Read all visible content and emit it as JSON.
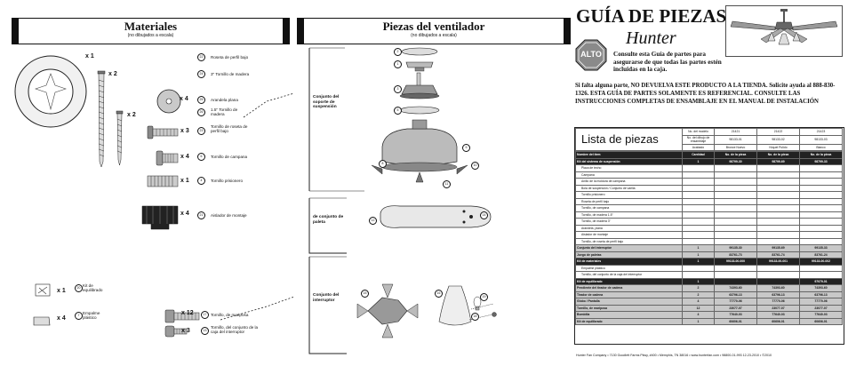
{
  "materials": {
    "title": "Materiales",
    "subtitle": "(no dibujados a escala)",
    "items": [
      {
        "num": "22",
        "label": "Roseta de perfil bajo",
        "qty": "x 1"
      },
      {
        "num": "24",
        "label": "3\" Tornillo de madera",
        "qty": "x 2"
      },
      {
        "num": "25",
        "label": "Arandela plana",
        "qty": "x 4"
      },
      {
        "num": "26",
        "label": "1.5\" Tornillo de madera",
        "qty": "x 2"
      },
      {
        "num": "23",
        "label": "Tornillo de roseta de perfil bajo",
        "qty": "x 3"
      },
      {
        "num": "6",
        "label": "Tornillo de campana",
        "qty": "x 4"
      },
      {
        "num": "4",
        "label": "Tornillo prisionero",
        "qty": "x 1"
      },
      {
        "num": "21",
        "label": "Aislador de montaje",
        "qty": "x 4"
      }
    ],
    "lower": [
      {
        "num": "20",
        "label": "Kit de equilibrado",
        "qty": "x 1"
      },
      {
        "num": "7",
        "label": "Empalme plástico",
        "qty": "x 4"
      },
      {
        "num": "17",
        "label": "Tornillo, de mariposa",
        "qty": "x 12"
      },
      {
        "num": "13",
        "label": "Tornillo, del conjunto de la caja del interruptor",
        "qty": "x 3"
      }
    ]
  },
  "fan_parts": {
    "title": "Piezas del ventilador",
    "subtitle": "(no dibujados a escala)",
    "groups": [
      {
        "label": "Conjunto del soporte de suspensión",
        "nums": [
          "2",
          "1",
          "3",
          "5",
          "8",
          "9",
          "10",
          "11"
        ]
      },
      {
        "label": "de conjunto de paleta",
        "nums": [
          "12",
          "14"
        ]
      },
      {
        "label": "Conjunto del interruptor",
        "nums": [
          "15",
          "16",
          "18",
          "19"
        ]
      }
    ]
  },
  "cover": {
    "title": "GUÍA DE PIEZAS",
    "brand": "Hunter",
    "stop_sign": "ALTO",
    "consult": "Consulte esta Guía de partes para asegurarse de que todas las partes estén incluidas en la caja.",
    "warning": "Si falta alguna parte, NO DEVUELVA ESTE PRODUCTO A LA TIENDA. Solicite ayuda al 888-830-1326. ESTA GUÍA DE PARTES SOLAMENTE ES REFERENCIAL. CONSULTE LAS INSTRUCCIONES COMPLETAS DE ENSAMBLAJE EN EL MANUAL DE INSTALACIÓN"
  },
  "parts_list": {
    "title": "Lista de piezas",
    "head_rows": [
      [
        "No. del modelo",
        "21421",
        "21422",
        "21423"
      ],
      [
        "No. del dibujo de ensamblaje",
        "98133-01",
        "98133-02",
        "98133-03"
      ],
      [
        "Acabado",
        "Bronce Nuevo",
        "Níquel Pulido",
        "Blanco"
      ]
    ],
    "col_head": [
      "Nombre del ítem",
      "Cantidad",
      "No. de la pieza",
      "No. de la pieza",
      "No. de la pieza"
    ],
    "rows": [
      {
        "s": "d",
        "c": [
          "Kit del sistema de suspensión",
          "1",
          "98799-30",
          "98799-69",
          "98799-33"
        ]
      },
      {
        "s": "n",
        "c": [
          "Placa de techo",
          "",
          "",
          "",
          ""
        ]
      },
      {
        "s": "n",
        "c": [
          "Campana",
          "",
          "",
          "",
          ""
        ]
      },
      {
        "s": "n",
        "c": [
          "Anillo de la moldura de campana",
          "",
          "",
          "",
          ""
        ]
      },
      {
        "s": "n",
        "c": [
          "Bola de suspensión / Conjunto de varilla",
          "",
          "",
          "",
          ""
        ]
      },
      {
        "s": "n",
        "c": [
          "Tornillo prisionero",
          "",
          "",
          "",
          ""
        ]
      },
      {
        "s": "n",
        "c": [
          "Roseta de perfil bajo",
          "",
          "",
          "",
          ""
        ]
      },
      {
        "s": "n",
        "c": [
          "Tornillo, de campana",
          "",
          "",
          "",
          ""
        ]
      },
      {
        "s": "n",
        "c": [
          "Tornillo, de madera 1.5\"",
          "",
          "",
          "",
          ""
        ]
      },
      {
        "s": "n",
        "c": [
          "Tornillo, de madera 3\"",
          "",
          "",
          "",
          ""
        ]
      },
      {
        "s": "n",
        "c": [
          "Arandela, plana",
          "",
          "",
          "",
          ""
        ]
      },
      {
        "s": "n",
        "c": [
          "Aislador de montaje",
          "",
          "",
          "",
          ""
        ]
      },
      {
        "s": "n",
        "c": [
          "Tornillo, de roseta de perfil bajo",
          "",
          "",
          "",
          ""
        ]
      },
      {
        "s": "g",
        "c": [
          "Conjunto del interruptor",
          "1",
          "99135-30",
          "99135-69",
          "99135-33"
        ]
      },
      {
        "s": "g",
        "c": [
          "Juego de paletas",
          "1",
          "83761-73",
          "83761-74",
          "83761-24"
        ]
      },
      {
        "s": "d",
        "c": [
          "Kit de materiales",
          "1",
          "99133-00-000",
          "99133-00-001",
          "99133-00-002"
        ]
      },
      {
        "s": "n",
        "c": [
          "Empalme plástico",
          "",
          "",
          "",
          ""
        ]
      },
      {
        "s": "n",
        "c": [
          "Tornillo, del conjunto de la caja del interruptor",
          "",
          "",
          "",
          ""
        ]
      },
      {
        "s": "d",
        "c": [
          "Kit de equilibrado",
          "1",
          "",
          "",
          "97079-01"
        ]
      },
      {
        "s": "g",
        "c": [
          "Pendiente del tirador de cadena",
          "2",
          "74393-60",
          "74393-60",
          "74393-60"
        ]
      },
      {
        "s": "g",
        "c": [
          "Tirador de cadena",
          "2",
          "63796-13",
          "63796-13",
          "63796-13"
        ]
      },
      {
        "s": "g",
        "c": [
          "Globo / Pantalla",
          "4",
          "77770-06",
          "77770-06",
          "77770-06"
        ]
      },
      {
        "s": "g",
        "c": [
          "Tornillo, de mariposa",
          "12",
          "23077-07",
          "23077-07",
          "23077-07"
        ]
      },
      {
        "s": "g",
        "c": [
          "Bombilla",
          "4",
          "77640-03",
          "77640-03",
          "77640-03"
        ]
      },
      {
        "s": "g",
        "c": [
          "Kit de equilibrado",
          "1",
          "60606-01",
          "60606-01",
          "60606-01"
        ]
      }
    ]
  },
  "footer": "Hunter Fan Company • 7130 Goodlett Farms Pkwy, #400 • Memphis, TN 38016 • www.hunterfan.com • 98800-01-993 12-23-2010 • ©2010"
}
